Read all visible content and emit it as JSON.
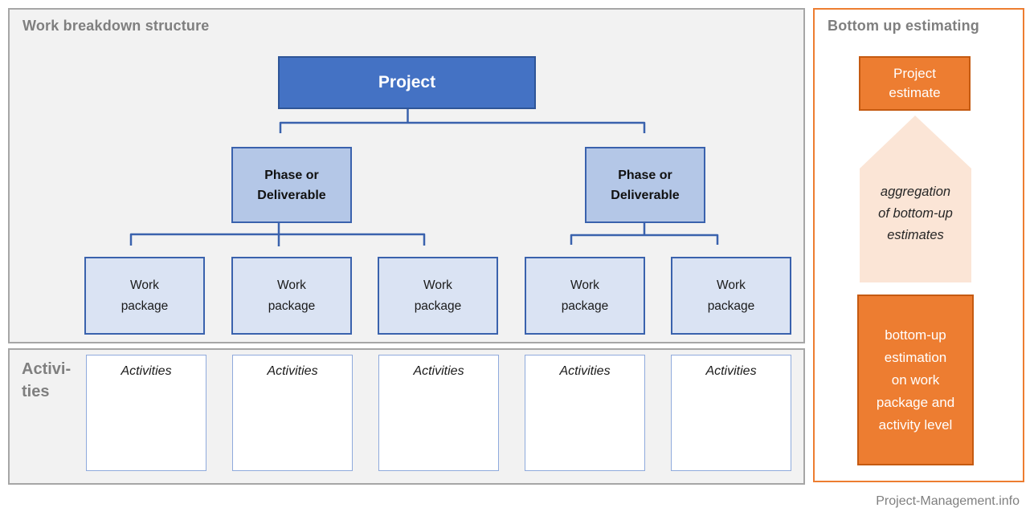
{
  "wbs": {
    "title": "Work breakdown structure",
    "project_label": "Project",
    "phases": [
      {
        "label": "Phase or\nDeliverable"
      },
      {
        "label": "Phase or\nDeliverable"
      }
    ],
    "work_packages": [
      "Work\npackage",
      "Work\npackage",
      "Work\npackage",
      "Work\npackage",
      "Work\npackage"
    ]
  },
  "activities": {
    "panel_label": "Activi-\nties",
    "boxes": [
      {
        "label": "Activities"
      },
      {
        "label": "Activities"
      },
      {
        "label": "Activities"
      },
      {
        "label": "Activities"
      },
      {
        "label": "Activities"
      }
    ]
  },
  "estimating": {
    "title": "Bottom up estimating",
    "project_estimate_label": "Project\nestimate",
    "arrow_label": "aggregation\nof bottom-up\nestimates",
    "bottom_box_label": "bottom-up\nestimation\non work\npackage and\nactivity level"
  },
  "footer": {
    "credit": "Project-Management.info"
  },
  "colors": {
    "accent_blue": "#4472C4",
    "blue_border_dark": "#2F5597",
    "connector_blue": "#3A62AD",
    "phase_fill": "#B4C7E7",
    "work_package_fill": "#DAE3F3",
    "activities_box_border": "#8FAADC",
    "orange": "#ED7D31",
    "orange_border_dark": "#C55A11",
    "arrow_fill": "#FBE5D6",
    "panel_border_gray": "#A6A6A6",
    "panel_fill_gray": "#F2F2F2",
    "gray_text": "#7F7F7F"
  }
}
